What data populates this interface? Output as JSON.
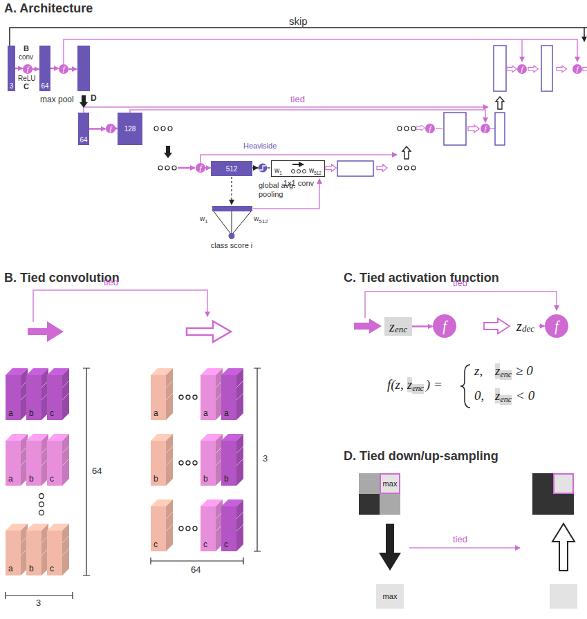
{
  "diagram": {
    "nodes": [
      {
        "text": [
          "3"
        ]
      },
      {
        "text": [
          "f"
        ]
      },
      {
        "text": [
          "64"
        ]
      },
      {
        "text": [
          "f"
        ]
      },
      {
        "text": [
          "f"
        ]
      },
      {
        "text": [
          "f"
        ]
      },
      {
        "text": [
          "64"
        ]
      },
      {
        "text": [
          "f"
        ]
      },
      {
        "text": [
          "128"
        ]
      },
      {
        "text": [
          "f"
        ]
      },
      {
        "text": [
          "f"
        ]
      },
      {
        "text": [
          "f"
        ]
      },
      {
        "text": [
          "512"
        ]
      },
      {
        "text": [
          "w",
          "1",
          "w",
          "512"
        ]
      },
      {
        "text": [
          "class score i"
        ]
      },
      {
        "text": [
          "a"
        ]
      },
      {
        "text": [
          "b"
        ]
      },
      {
        "text": [
          "c"
        ]
      },
      {
        "text": [
          "a"
        ]
      },
      {
        "text": [
          "b"
        ]
      },
      {
        "text": [
          "c"
        ]
      },
      {
        "text": [
          "a"
        ]
      },
      {
        "text": [
          "b"
        ]
      },
      {
        "text": [
          "c"
        ]
      },
      {
        "text": [
          "a"
        ]
      },
      {
        "text": [
          "a"
        ]
      },
      {
        "text": [
          "a"
        ]
      },
      {
        "text": [
          "b"
        ]
      },
      {
        "text": [
          "b"
        ]
      },
      {
        "text": [
          "b"
        ]
      },
      {
        "text": [
          "c"
        ]
      },
      {
        "text": [
          "c"
        ]
      },
      {
        "text": [
          "c"
        ]
      },
      {
        "text": [
          "z",
          "enc"
        ]
      },
      {
        "text": [
          "f"
        ]
      },
      {
        "text": [
          "z",
          "dec"
        ]
      },
      {
        "text": [
          "f"
        ]
      },
      {
        "text": [
          "max"
        ]
      },
      {
        "text": [
          "max"
        ]
      }
    ],
    "edges": [
      {
        "from": 0,
        "to": 1,
        "arrow": "to"
      },
      {
        "from": 1,
        "to": 2,
        "arrow": "to"
      },
      {
        "from": 2,
        "to": 3,
        "arrow": "to"
      },
      {
        "from": 6,
        "to": 7,
        "arrow": "to"
      },
      {
        "from": 7,
        "to": 8,
        "arrow": "to"
      },
      {
        "from": 11,
        "to": 12,
        "arrow": "to"
      },
      {
        "from": 33,
        "to": 34,
        "arrow": "to"
      },
      {
        "from": 35,
        "to": 36,
        "arrow": "to"
      }
    ],
    "labels": [
      "A. Architecture",
      "skip",
      "B",
      "conv",
      "ReLU",
      "C",
      "max pool",
      "D",
      "tied",
      "Heaviside",
      "1x1 conv",
      "global avg. pooling",
      "w",
      "1",
      "w",
      "512",
      "B. Tied convolution",
      "tied",
      "64",
      "3",
      "3",
      "64",
      "C. Tied activation function",
      "tied",
      "f(z,",
      "z",
      "enc",
      ") =",
      "z,",
      "z",
      "enc",
      "≥ 0",
      "0,",
      "z",
      "enc",
      "< 0",
      "D. Tied down/up-sampling",
      "tied"
    ]
  }
}
